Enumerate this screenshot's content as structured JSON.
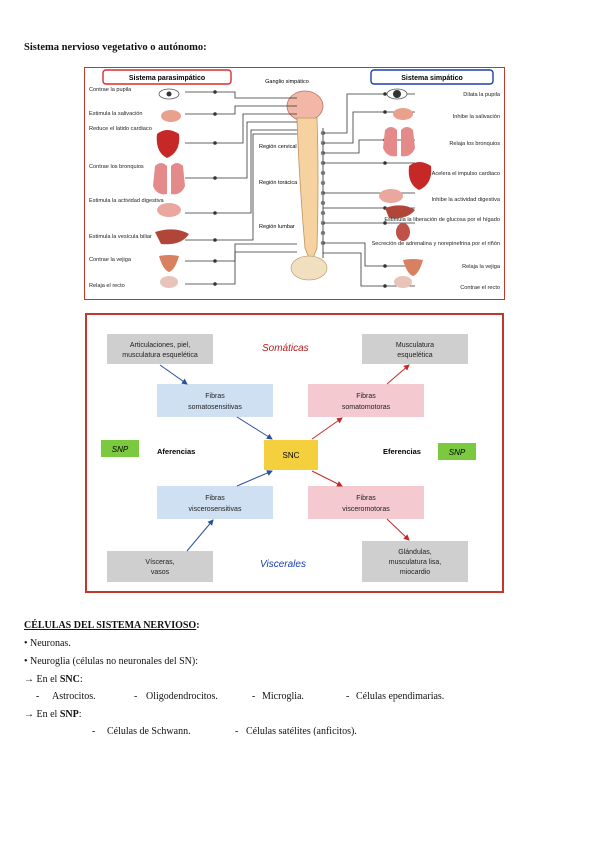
{
  "heading": "Sistema nervioso vegetativo o autónomo:",
  "fig1": {
    "para_title": "Sistema parasimpático",
    "symp_title": "Sistema simpático",
    "ganglio": "Ganglio simpático",
    "regions": [
      "Región cervical",
      "Región torácica",
      "Región lumbar"
    ],
    "left_labels": [
      "Contrae la pupila",
      "Estimula la salivación",
      "Reduce el latido cardiaco",
      "Contrae los bronquios",
      "Estimula la actividad digestiva",
      "Estimula la vesícula biliar",
      "Contrae la vejiga",
      "Relaja el recto"
    ],
    "right_labels": [
      "Dilata la pupila",
      "Inhibe la salivación",
      "Relaja los bronquios",
      "Acelera el impulso cardiaco",
      "Inhibe la actividad digestiva",
      "Estimula la liberación de glucosa por el hígado",
      "Secreción de adrenalina y norepinefrina por el riñón",
      "Relaja la vejiga",
      "Contrae el recto"
    ],
    "colors": {
      "para": "#d32f2f",
      "symp": "#1a3fb0"
    }
  },
  "fig2": {
    "somaticas": "Somáticas",
    "viscerales": "Viscerales",
    "box_tl": "Articulaciones, piel, musculatura esquelética",
    "box_tr": "Musculatura esquelética",
    "box_bl": "Vísceras, vasos",
    "box_br": "Glándulas, musculatura lisa, miocardio",
    "fib_ss": "Fibras somatosensitivas",
    "fib_sm": "Fibras somatomotoras",
    "fib_vs": "Fibras viscerosensitivas",
    "fib_vm": "Fibras visceromotoras",
    "snc": "SNC",
    "snp_left": "SNP",
    "snp_right": "SNP",
    "aferencias": "Aferencias",
    "eferencias": "Eferencias"
  },
  "cells": {
    "heading": "CÉLULAS DEL SISTEMA NERVIOSO",
    "colon": ":",
    "bullet1": "• Neuronas.",
    "bullet2": "• Neuroglia (células no neuronales del SN):",
    "snc_prefix": "→ En el ",
    "snc_label": "SNC",
    "snc_items": [
      "Astrocitos.",
      "Oligodendrocitos.",
      "Microglia.",
      "Células ependimarias."
    ],
    "snp_prefix": "→ En el ",
    "snp_label": "SNP",
    "snp_items": [
      "Células de Schwann.",
      "Células satélites (anficitos)."
    ]
  }
}
